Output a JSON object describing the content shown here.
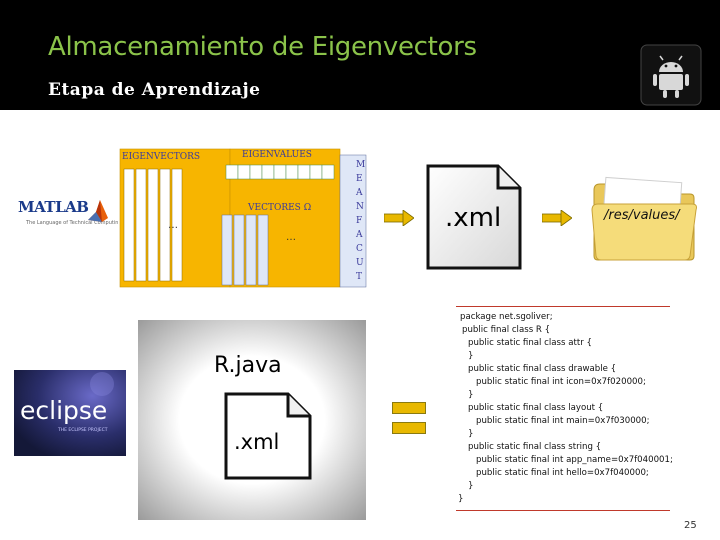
{
  "header": {
    "title": "Almacenamiento de Eigenvectors",
    "subtitle": "Etapa de Aprendizaje"
  },
  "matlab": {
    "logo_text": "MATLAB",
    "tagline": "The Language of Technical Computing"
  },
  "matrix_diagram": {
    "eigenvectors_label": "EIGENVECTORS",
    "eigenvalues_label": "EIGENVALUES",
    "vectores_label": "VECTORES Ω",
    "ellipsis": "…",
    "side_letters": [
      "M",
      "E",
      "A",
      "N",
      "F",
      "A",
      "C",
      "U",
      "T"
    ]
  },
  "xml_doc_top": {
    "label": ".xml"
  },
  "folder": {
    "label": "/res/values/"
  },
  "eclipse": {
    "logo_text": "eclipse",
    "tagline": "THE ECLIPSE PROJECT"
  },
  "rjava_panel": {
    "title": "R.java",
    "doc_label": ".xml"
  },
  "code": {
    "lines": [
      "package net.sgoliver;",
      "public final class R {",
      "public static final class attr {",
      "}",
      "public static final class drawable {",
      "public static final int icon=0x7f020000;",
      "}",
      "public static final class layout {",
      "public static final int main=0x7f030000;",
      "}",
      "public static final class string {",
      "public static final int app_name=0x7f040001;",
      "public static final int hello=0x7f040000;",
      "}",
      "}"
    ]
  },
  "page_number": "25",
  "colors": {
    "header_bg": "#000000",
    "title_green": "#8bc34a",
    "matrix_yellow": "#f7b500",
    "matrix_cell": "#dfe7f7",
    "divider_red": "#c0392b",
    "arrow_yellow": "#e8b800",
    "folder_yellow": "#f5dc7a"
  }
}
